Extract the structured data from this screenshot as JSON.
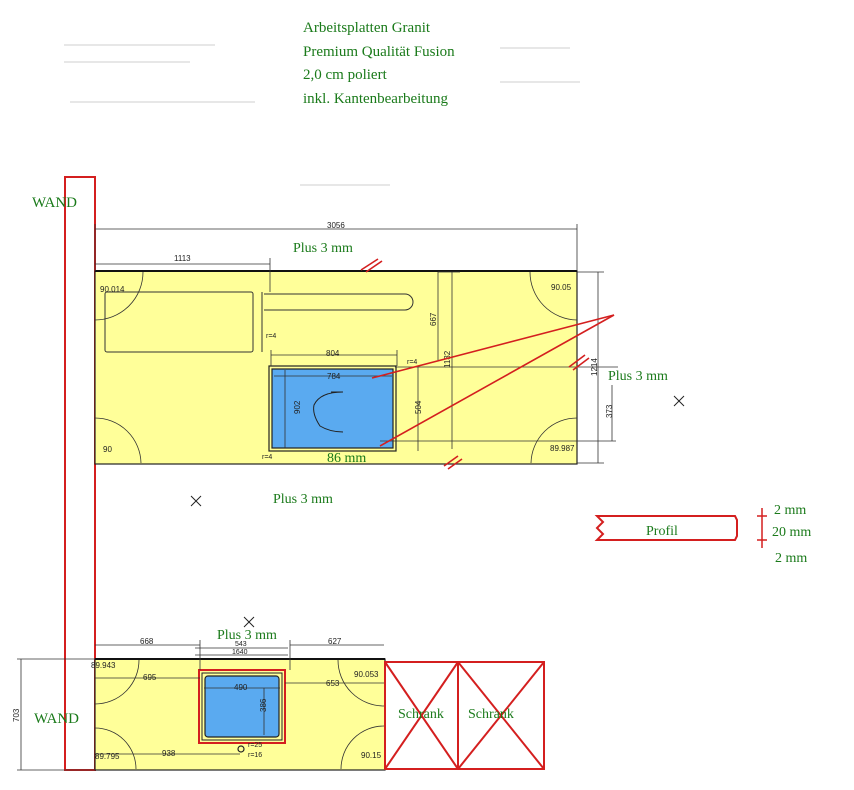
{
  "header": {
    "lines": [
      "Arbeitsplatten Granit",
      "Premium Qualität Fusion",
      "2,0 cm poliert",
      "inkl. Kantenbearbeitung"
    ]
  },
  "labels": {
    "wand_top": "WAND",
    "wand_bottom": "WAND",
    "plus3_top": "Plus 3 mm",
    "plus3_right": "Plus 3 mm",
    "plus3_middle": "Plus 3 mm",
    "plus3_bottom": "Plus 3 mm",
    "mm86": "86 mm",
    "profil": "Profil",
    "profil_2mm_top": "2 mm",
    "profil_20mm": "20 mm",
    "profil_2mm_bottom": "2 mm",
    "schrank_1": "Schrank",
    "schrank_2": "Schrank"
  },
  "dims_top": {
    "total_width": "3056",
    "left_offset": "1113",
    "sink_outer_width": "804",
    "sink_inner_width": "784",
    "sink_inner_height": "902",
    "sink_side": "504",
    "r4_a": "r=4",
    "r4_b": "r=4",
    "r4_c": "r=4",
    "v667": "667",
    "v1132": "1132",
    "v1214": "1214",
    "v373": "373",
    "corner_tl": "90.014",
    "corner_tr": "90.05",
    "corner_bl": "90",
    "corner_br": "89.987"
  },
  "dims_bottom": {
    "left_span": "668",
    "right_span": "627",
    "mid_543": "543",
    "mid_1640": "1640",
    "left_695": "695",
    "right_653": "653",
    "sink_490": "490",
    "sink_386": "386",
    "d938": "938",
    "r25": "r=25",
    "r16": "r=16",
    "height_703": "703",
    "corner_tl": "89.943",
    "corner_tr": "90.053",
    "corner_bl": "89.795",
    "corner_br": "90.15"
  },
  "colors": {
    "counter": "#ffff99",
    "sink": "#5aaaf0",
    "wall": "#d41f1f",
    "label": "#1a7a1a",
    "dim_line": "#333333"
  }
}
